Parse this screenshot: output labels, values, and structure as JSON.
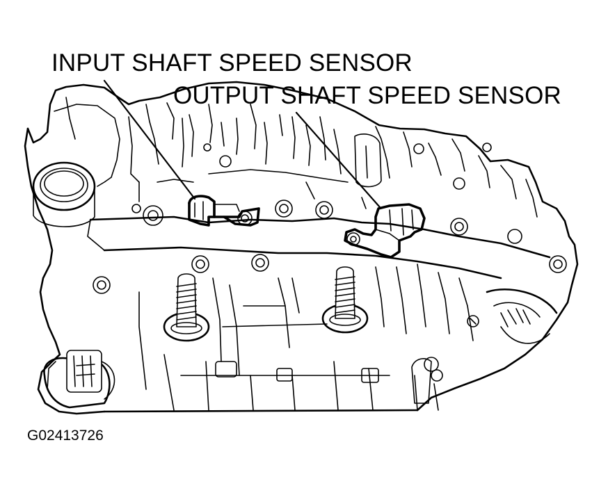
{
  "diagram": {
    "callouts": [
      {
        "text": "INPUT SHAFT SPEED SENSOR"
      },
      {
        "text": "OUTPUT SHAFT SPEED SENSOR"
      }
    ],
    "figure_id": "G02413726"
  },
  "colors": {
    "line": "#000000",
    "background": "#ffffff"
  }
}
